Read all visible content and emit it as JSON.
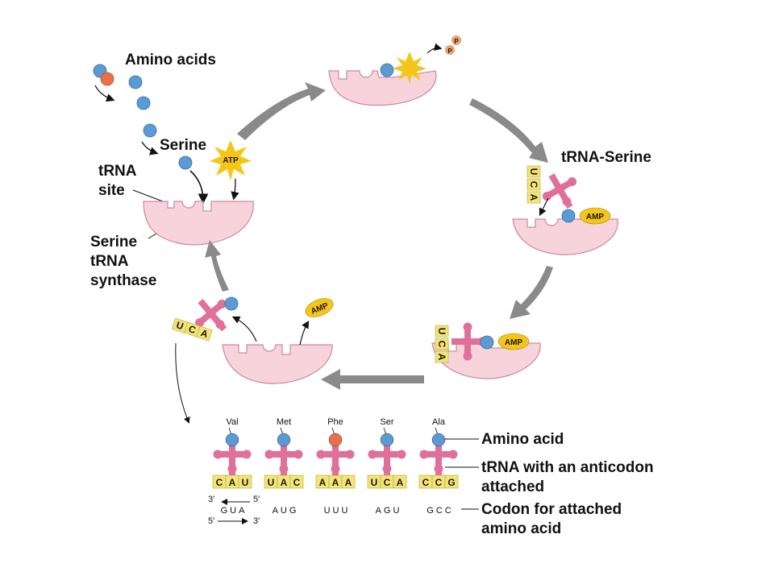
{
  "labels": {
    "amino_acids": "Amino acids",
    "serine": "Serine",
    "trna_site_1": "tRNA",
    "trna_site_2": "site",
    "synthase_1": "Serine",
    "synthase_2": "tRNA",
    "synthase_3": "synthase",
    "trna_serine": "tRNA-Serine",
    "atp": "ATP",
    "amp": "AMP",
    "phosphate": "P",
    "legend_amino_acid": "Amino acid",
    "legend_trna_1": "tRNA with an anticodon",
    "legend_trna_2": "attached",
    "legend_codon_1": "Codon for attached",
    "legend_codon_2": "amino acid",
    "prime_3": "3′",
    "prime_5": "5′"
  },
  "trna_anticodon": [
    "U",
    "C",
    "A"
  ],
  "trna_table": [
    {
      "name": "Val",
      "anticodon": [
        "C",
        "A",
        "U"
      ],
      "codon": "GUA",
      "color": "#5b9bd5"
    },
    {
      "name": "Met",
      "anticodon": [
        "U",
        "A",
        "C"
      ],
      "codon": "AUG",
      "color": "#5b9bd5"
    },
    {
      "name": "Phe",
      "anticodon": [
        "A",
        "A",
        "A"
      ],
      "codon": "UUU",
      "color": "#e8704a"
    },
    {
      "name": "Ser",
      "anticodon": [
        "U",
        "C",
        "A"
      ],
      "codon": "AGU",
      "color": "#5b9bd5"
    },
    {
      "name": "Ala",
      "anticodon": [
        "C",
        "C",
        "G"
      ],
      "codon": "GCC",
      "color": "#5b9bd5"
    }
  ],
  "colors": {
    "amino_blue": "#5b9bd5",
    "amino_orange": "#e8704a",
    "trna_pink": "#e0709a",
    "tile_yellow": "#f3e477",
    "enzyme_pink": "#f7d3dc",
    "atp_yellow": "#f5c518",
    "cycle_arrow_gray": "#8a8a8a"
  }
}
